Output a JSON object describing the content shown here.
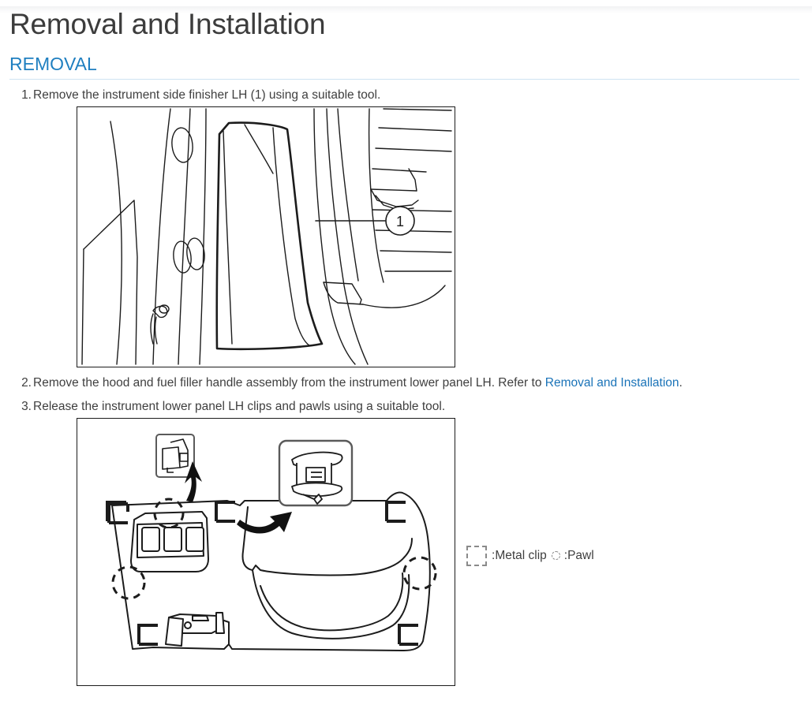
{
  "document": {
    "title": "Removal and Installation",
    "section_heading": "REMOVAL"
  },
  "steps": [
    {
      "number": "1.",
      "text": "Remove the instrument side finisher LH (1) using a suitable tool."
    },
    {
      "number": "2.",
      "text_before": "Remove the hood and fuel filler handle assembly from the instrument lower panel LH. Refer to ",
      "link_text": "Removal and Installation",
      "text_after": "."
    },
    {
      "number": "3.",
      "text": "Release the instrument lower panel LH clips and pawls using a suitable tool."
    }
  ],
  "figures": {
    "figure1": {
      "name": "instrument-side-finisher-illustration",
      "callout_label": "1"
    },
    "figure2": {
      "name": "instrument-lower-panel-clips-pawls-illustration"
    }
  },
  "legend": {
    "clip_separator": ": ",
    "clip_label": "Metal clip",
    "pawl_separator": ": ",
    "pawl_label": "Pawl"
  },
  "colors": {
    "heading_blue": "#1f7fc0",
    "link_blue": "#1a73b8",
    "rule_blue": "#cfe3f2",
    "text_gray": "#3f3f3f",
    "figure_border": "#1c1c1c"
  }
}
